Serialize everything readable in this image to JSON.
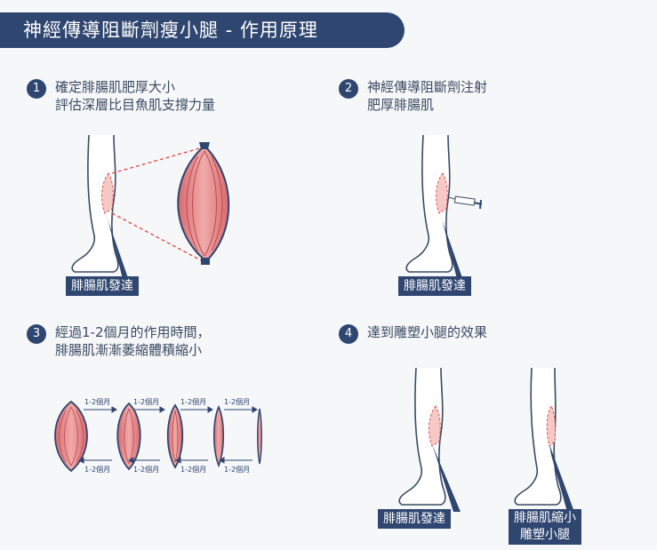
{
  "title": "神經傳導阻斷劑瘦小腿 - 作用原理",
  "steps": [
    {
      "num": "1",
      "line1": "確定腓腸肌肥厚大小",
      "line2": "評估深層比目魚肌支撐力量"
    },
    {
      "num": "2",
      "line1": "神經傳導阻斷劑注射",
      "line2": "肥厚腓腸肌"
    },
    {
      "num": "3",
      "line1": "經過1-2個月的作用時間，",
      "line2": "腓腸肌漸漸萎縮體積縮小"
    },
    {
      "num": "4",
      "line1": "達到雕塑小腿的效果",
      "line2": ""
    }
  ],
  "labels": {
    "step1": "腓腸肌發達",
    "step2": "腓腸肌發達",
    "step4_left": "腓腸肌發達",
    "step4_right_line1": "腓腸肌縮小",
    "step4_right_line2": "雕塑小腿"
  },
  "intervals": {
    "top": [
      "1-2個月",
      "1-2個月",
      "1-2個月",
      "1-2個月"
    ],
    "bottom": [
      "1-2個月",
      "1-2個月",
      "1-2個月",
      "1-2個月"
    ]
  },
  "colors": {
    "navy": "#2f4670",
    "muscle": "#e2878a",
    "muscle_light": "#f3c5c4",
    "dash": "#d9534f"
  }
}
